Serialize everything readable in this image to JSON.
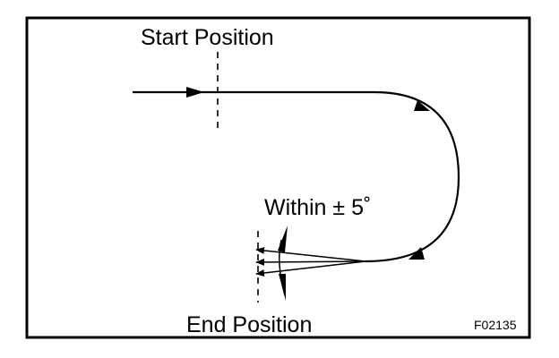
{
  "labels": {
    "start": "Start Position",
    "end": "End Position",
    "tolerance": "Within ± 5˚",
    "figure_code": "F02135"
  },
  "colors": {
    "ink": "#000000",
    "background": "#ffffff"
  }
}
